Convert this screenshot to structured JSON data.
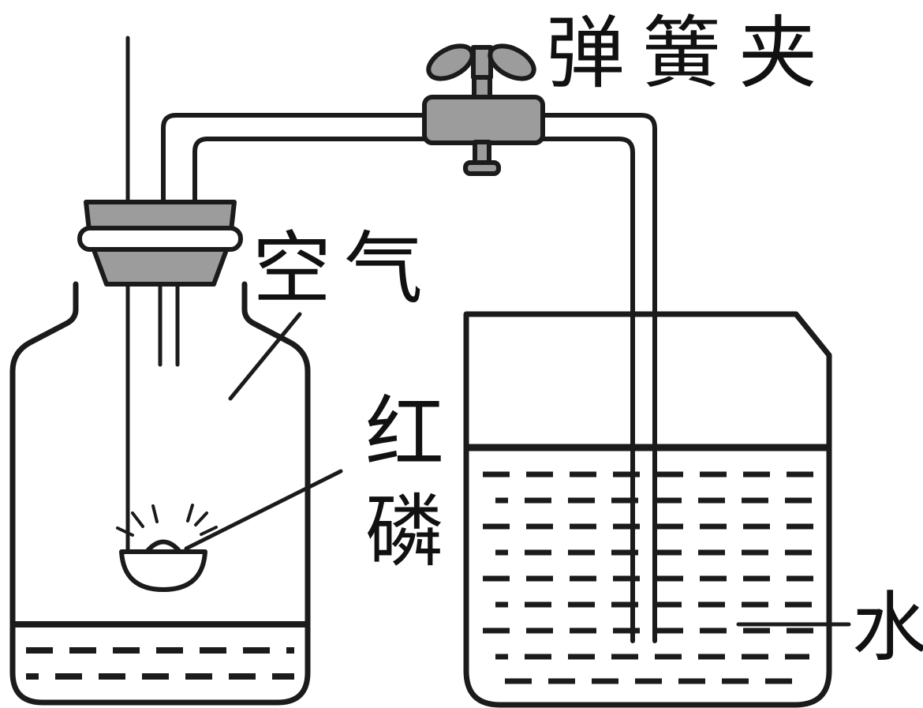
{
  "figure": {
    "type": "chemistry-apparatus-diagram",
    "description": "Measuring the oxygen content of air by burning red phosphorus in a gas bottle connected through a clamped tube to a beaker of water",
    "labels": {
      "spring_clamp": "弹簧夹",
      "air": "空气",
      "red_phosphorus_char1": "红",
      "red_phosphorus_char2": "磷",
      "water": "水"
    },
    "colors": {
      "stroke": "#1b1b1b",
      "rubber_fill": "#9c9c9c",
      "background": "#ffffff"
    }
  }
}
